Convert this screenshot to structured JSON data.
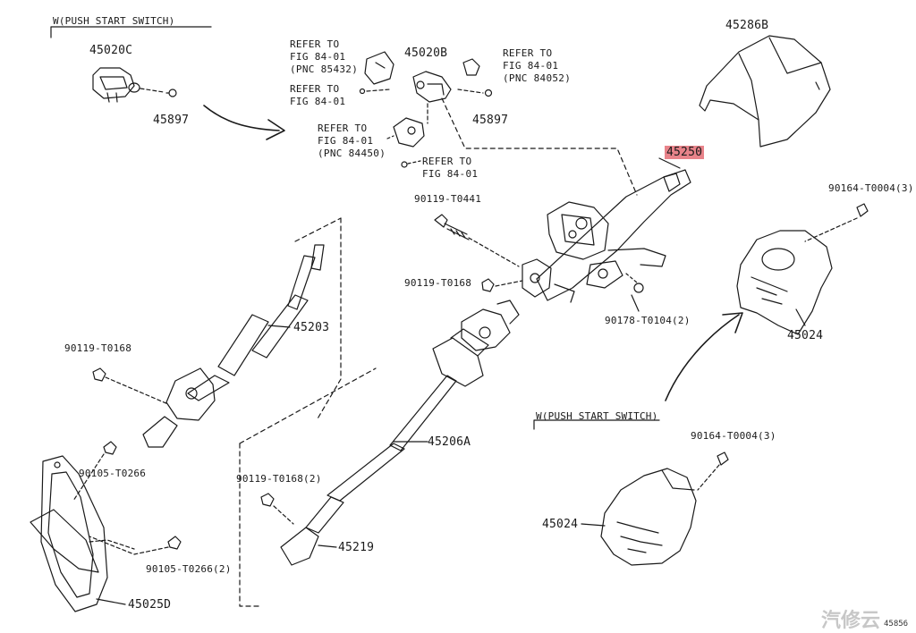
{
  "section_labels": {
    "push_start_top": "W(PUSH START SWITCH)",
    "push_start_bottom": "W(PUSH START SWITCH)"
  },
  "parts": {
    "p45020C": "45020C",
    "p45897_left": "45897",
    "p45020B": "45020B",
    "p45897_mid": "45897",
    "p45286B": "45286B",
    "p45250": "45250",
    "p90164_top": "90164-T0004(3)",
    "p90119_T0441": "90119-T0441",
    "p90119_T0168_mid": "90119-T0168",
    "p90178": "90178-T0104(2)",
    "p45024_top": "45024",
    "p45203": "45203",
    "p90119_T0168_left": "90119-T0168",
    "p45206A": "45206A",
    "p90105_T0266": "90105-T0266",
    "p90119_T0168_2": "90119-T0168(2)",
    "p45219": "45219",
    "p90105_T0266_2": "90105-T0266(2)",
    "p45025D": "45025D",
    "p90164_bottom": "90164-T0004(3)",
    "p45024_bottom": "45024"
  },
  "refs": {
    "r1": [
      "REFER TO",
      "FIG 84-01",
      "(PNC 85432)"
    ],
    "r2": [
      "REFER TO",
      "FIG 84-01"
    ],
    "r3": [
      "REFER TO",
      "FIG 84-01",
      "(PNC 84450)"
    ],
    "r4": [
      "REFER TO",
      "FIG 84-01",
      "(PNC 84052)"
    ],
    "r5": [
      "REFER TO",
      "FIG 84-01"
    ]
  },
  "highlight_color": "#e8838a",
  "watermark": "汽修云",
  "illustration_id": "45856"
}
